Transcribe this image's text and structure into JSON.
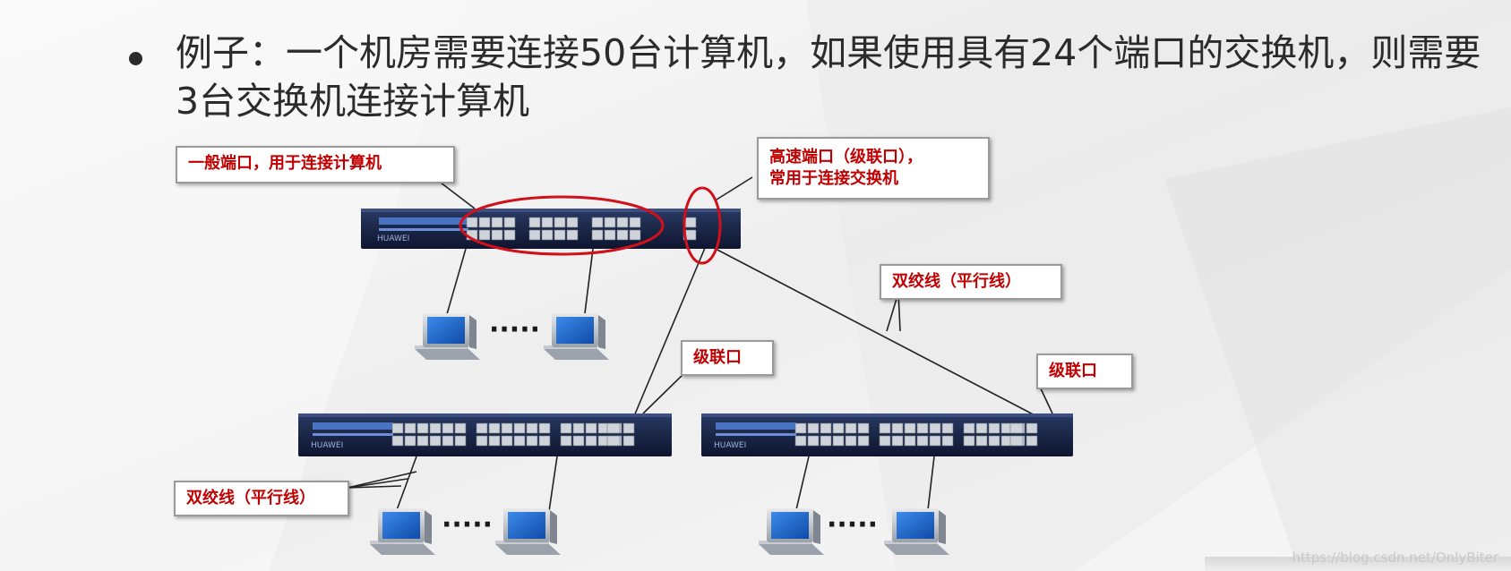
{
  "bullet": {
    "text": "例子：一个机房需要连接50台计算机，如果使用具有24个端口的交换机，则需要3台交换机连接计算机"
  },
  "callouts": {
    "normal_port": "一般端口，用于连接计算机",
    "high_speed_port_line1": "高速端口（级联口），",
    "high_speed_port_line2": "常用于连接交换机",
    "twisted_pair_top": "双绞线（平行线）",
    "cascade_port_left": "级联口",
    "cascade_port_right": "级联口",
    "twisted_pair_bottom": "双绞线（平行线）"
  },
  "switch_brand": "HUAWEI",
  "ellipsis": "·····",
  "watermark": "https://blog.csdn.net/OnlyBiter",
  "colors": {
    "callout_text": "#c00000",
    "highlight_ellipse": "#d0101a",
    "switch_body": "#1c2a4a",
    "switch_accent": "#3f66b5",
    "monitor_screen": "#1e63c7"
  }
}
